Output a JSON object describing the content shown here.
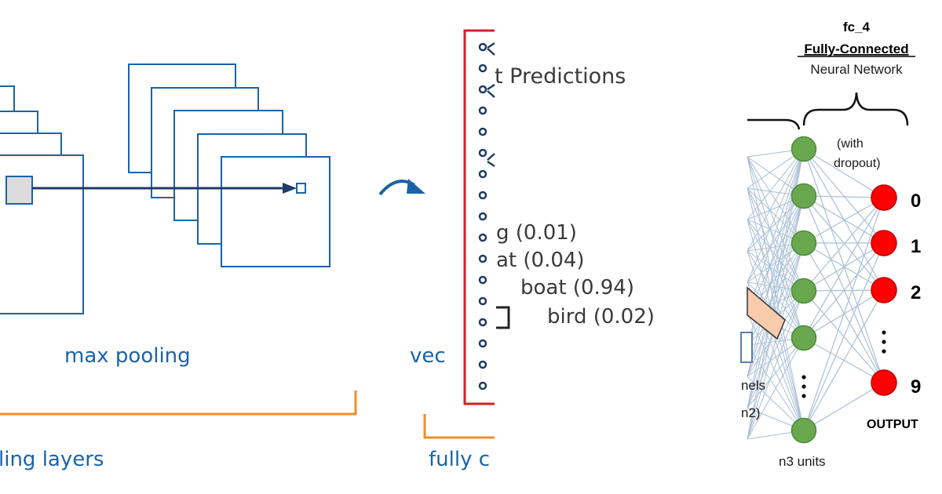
{
  "left": {
    "max_pooling_label": "max pooling",
    "pooling_layers_label": "ling layers",
    "vec_label": "vec",
    "fully_label": "fully c"
  },
  "middle": {
    "predictions_title": "t Predictions",
    "predictions": [
      {
        "text": "g (0.01)"
      },
      {
        "text": "at (0.04)"
      },
      {
        "text": "boat (0.94)"
      },
      {
        "text": "bird (0.02)"
      }
    ]
  },
  "right": {
    "layer_name": "fc_4",
    "layer_type": "Fully-Connected",
    "layer_desc": "Neural Network",
    "dropout_line1": "(with",
    "dropout_line2": "dropout)",
    "output_labels": [
      "0",
      "1",
      "2",
      "9"
    ],
    "output_title": "OUTPUT",
    "units_label": "n3 units",
    "partial_label1": "nels",
    "partial_label2": "n2)"
  },
  "colors": {
    "blue": "#1a63a8",
    "orange": "#f28c28",
    "red_frame": "#d61f26",
    "green_node": "#6aa84f",
    "red_node": "#ff0000",
    "edge": "#a9bfd6"
  }
}
